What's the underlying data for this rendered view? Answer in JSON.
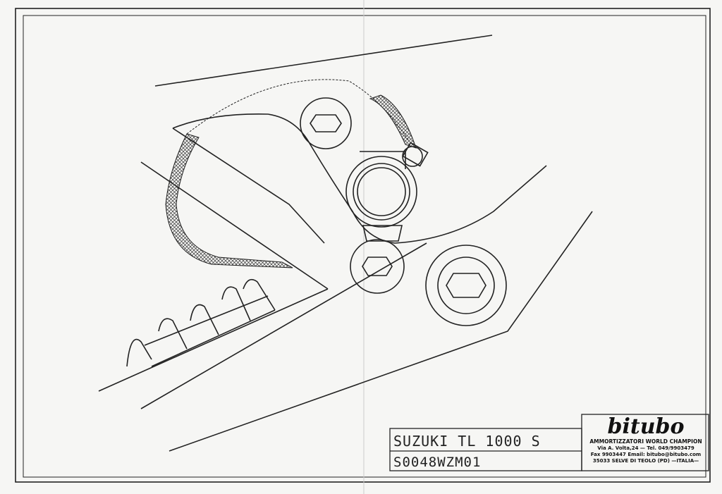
{
  "title_block": {
    "model": "SUZUKI TL 1000 S",
    "part_code": "S0048WZM01"
  },
  "logo": {
    "brand": "bitubo",
    "tagline": "AMMORTIZZATORI WORLD CHAMPION",
    "address_line": "Via A. Volta,24 — Tel. 049/9903479",
    "contact_line": "Fax 9903447 Email: bitubo@bitubo.com",
    "city_line": "35033 SELVE DI TEOLO (PD) —ITALIA—"
  }
}
